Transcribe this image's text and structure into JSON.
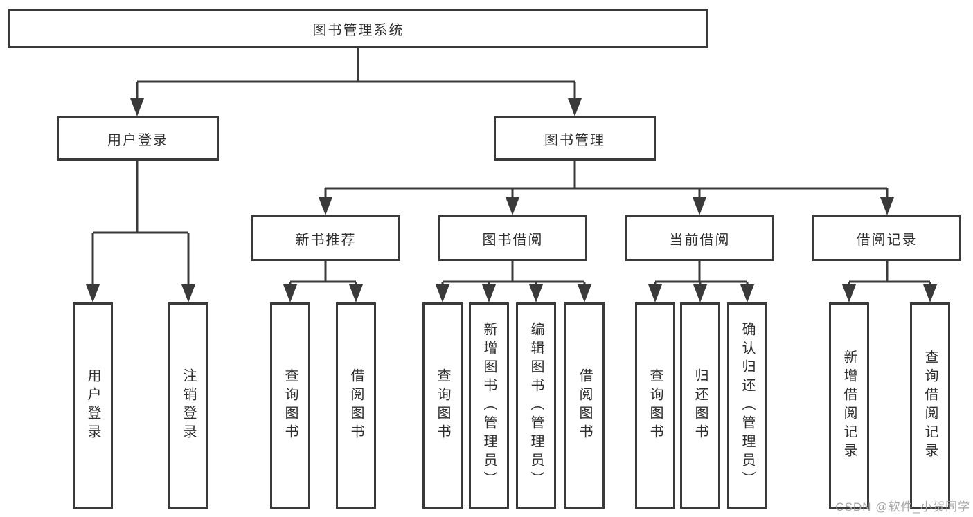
{
  "tree": {
    "root": {
      "label": "图书管理系统",
      "children": [
        {
          "label": "用户登录",
          "children": [
            {
              "label": "用户登录"
            },
            {
              "label": "注销登录"
            }
          ]
        },
        {
          "label": "图书管理",
          "children": [
            {
              "label": "新书推荐",
              "children": [
                {
                  "label": "查询图书"
                },
                {
                  "label": "借阅图书"
                }
              ]
            },
            {
              "label": "图书借阅",
              "children": [
                {
                  "label": "查询图书"
                },
                {
                  "label": "新增图书（管理员）"
                },
                {
                  "label": "编辑图书（管理员）"
                },
                {
                  "label": "借阅图书"
                }
              ]
            },
            {
              "label": "当前借阅",
              "children": [
                {
                  "label": "查询图书"
                },
                {
                  "label": "归还图书"
                },
                {
                  "label": "确认归还（管理员）"
                }
              ]
            },
            {
              "label": "借阅记录",
              "children": [
                {
                  "label": "新增借阅记录"
                },
                {
                  "label": "查询借阅记录"
                }
              ]
            }
          ]
        }
      ]
    }
  },
  "watermark": {
    "text": "CSDN @软件_小贺同学"
  },
  "colors": {
    "line": "#3a3a3a",
    "box_border": "#3a3a3a",
    "text": "#2e2e2e",
    "watermark": "#a6a6a6",
    "background": "#ffffff"
  }
}
